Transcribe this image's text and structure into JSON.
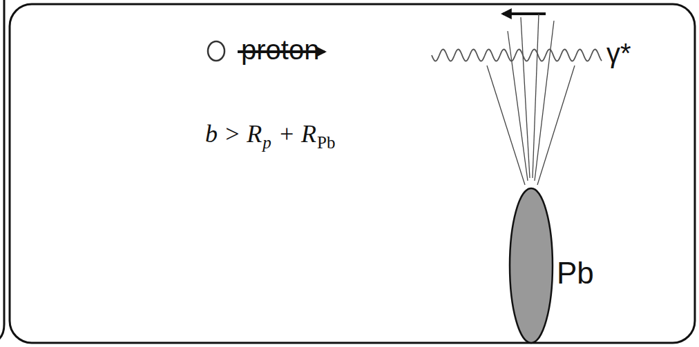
{
  "diagram": {
    "labels": [
      "proton",
      "γ*",
      "b > R",
      "p",
      "+ R",
      "Pb",
      "Pb"
    ]
  }
}
